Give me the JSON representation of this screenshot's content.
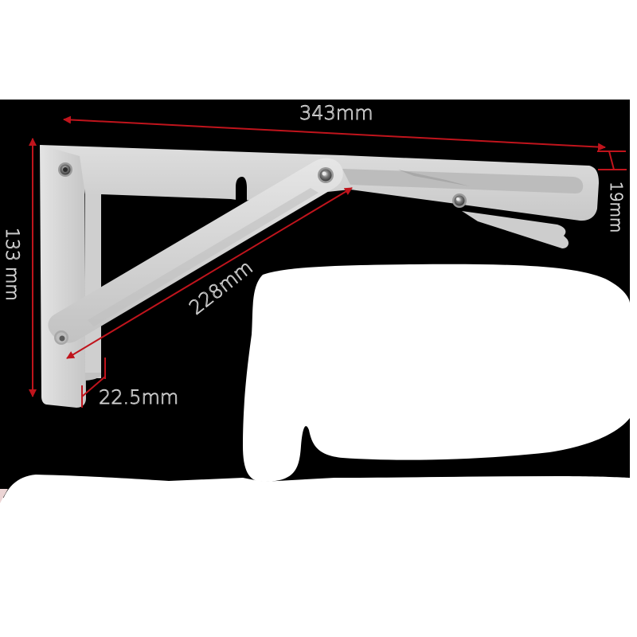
{
  "figure": {
    "subject": "folding shelf bracket",
    "background_color": "#000000",
    "page_color": "#ffffff",
    "metal_color": "#d6d6d6",
    "metal_shadow_color": "#b9b9b9",
    "dimension_line_color": "#c0141c",
    "label_outline_color": "#d8d8d8"
  },
  "dimensions": {
    "overall_length": {
      "label": "343mm"
    },
    "height": {
      "label": "133 mm"
    },
    "brace_length": {
      "label": "228mm"
    },
    "width": {
      "label": "22.5mm"
    },
    "arm_thickness": {
      "label": "19mm"
    }
  },
  "fasteners": [
    {
      "name": "top-left-rivet"
    },
    {
      "name": "pivot-rivet"
    },
    {
      "name": "slide-rivet"
    },
    {
      "name": "bottom-rivet"
    }
  ]
}
